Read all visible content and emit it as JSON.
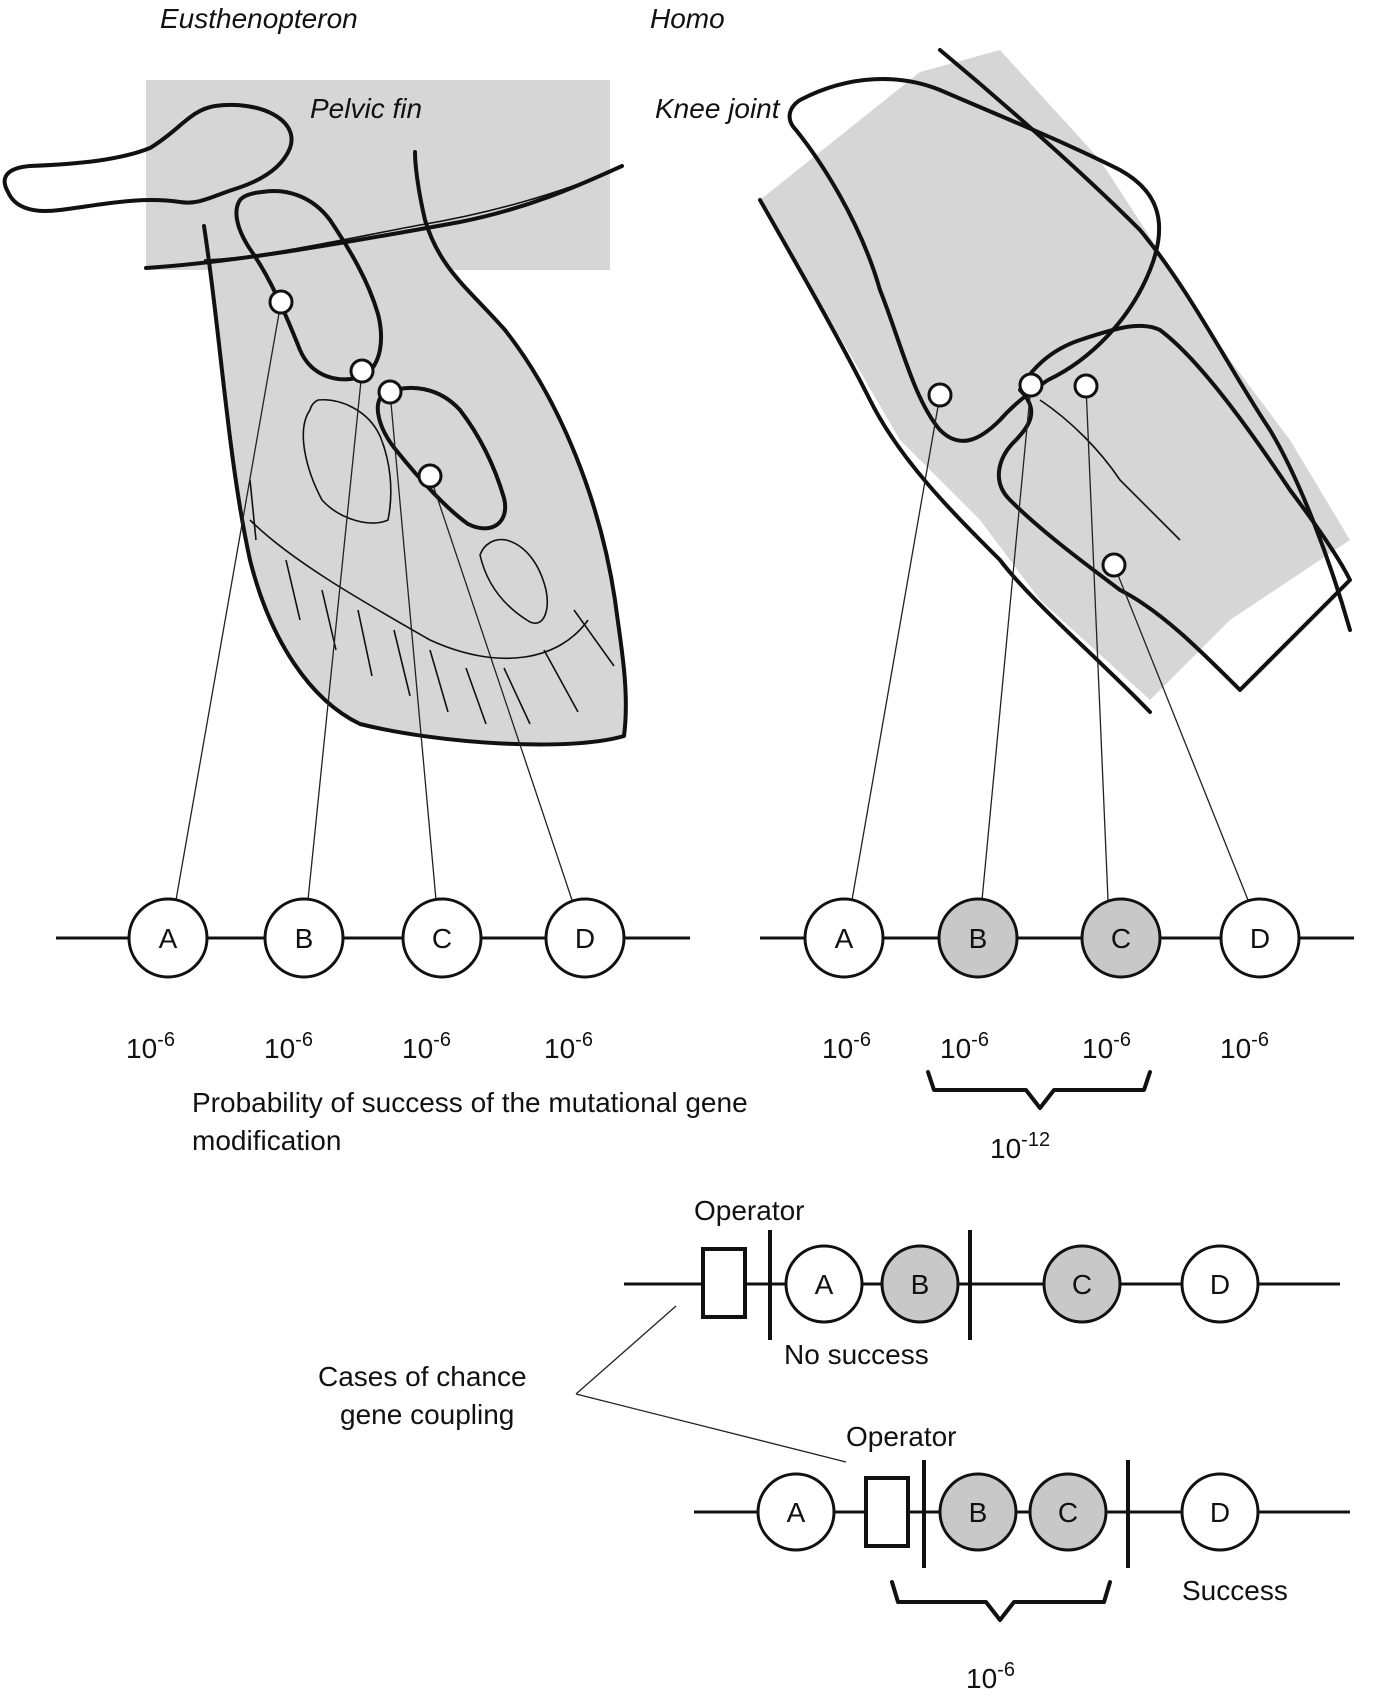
{
  "colors": {
    "shade": "#d6d6d6",
    "bone": "#c4c4c4",
    "gene_white": "#ffffff",
    "gene_gray": "#c8c8c8",
    "ink": "#111111"
  },
  "titles": {
    "left_organism": "Eusthenopteron",
    "right_organism": "Homo",
    "left_structure": "Pelvic fin",
    "right_structure": "Knee joint"
  },
  "chains": {
    "left": {
      "genes": [
        {
          "label": "A",
          "state": "white"
        },
        {
          "label": "B",
          "state": "white"
        },
        {
          "label": "C",
          "state": "white"
        },
        {
          "label": "D",
          "state": "white"
        }
      ],
      "probabilities": [
        {
          "base": "10",
          "exp": "-6"
        },
        {
          "base": "10",
          "exp": "-6"
        },
        {
          "base": "10",
          "exp": "-6"
        },
        {
          "base": "10",
          "exp": "-6"
        }
      ]
    },
    "right": {
      "genes": [
        {
          "label": "A",
          "state": "white"
        },
        {
          "label": "B",
          "state": "gray"
        },
        {
          "label": "C",
          "state": "gray"
        },
        {
          "label": "D",
          "state": "white"
        }
      ],
      "probabilities": [
        {
          "base": "10",
          "exp": "-6"
        },
        {
          "base": "10",
          "exp": "-6"
        },
        {
          "base": "10",
          "exp": "-6"
        },
        {
          "base": "10",
          "exp": "-6"
        }
      ],
      "combined": {
        "base": "10",
        "exp": "-12"
      }
    }
  },
  "caption": {
    "line1": "Probability of success of the mutational gene",
    "line2": "modification"
  },
  "coupling": {
    "label_line1": "Cases of chance",
    "label_line2": "gene coupling",
    "case1": {
      "operator": "Operator",
      "genes": [
        {
          "label": "A",
          "state": "white"
        },
        {
          "label": "B",
          "state": "gray"
        },
        {
          "label": "C",
          "state": "gray"
        },
        {
          "label": "D",
          "state": "white"
        }
      ],
      "result": "No success"
    },
    "case2": {
      "operator": "Operator",
      "genes": [
        {
          "label": "A",
          "state": "white"
        },
        {
          "label": "B",
          "state": "gray"
        },
        {
          "label": "C",
          "state": "gray"
        },
        {
          "label": "D",
          "state": "white"
        }
      ],
      "result": "Success",
      "combined": {
        "base": "10",
        "exp": "-6"
      }
    }
  }
}
